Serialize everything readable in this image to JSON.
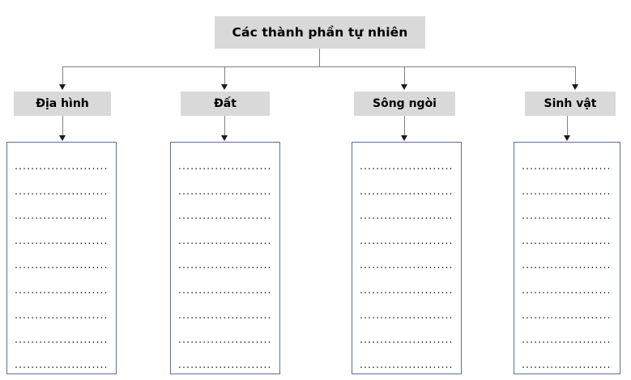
{
  "diagram": {
    "title": "Các thành phần tự nhiên",
    "categories": [
      {
        "label": "Địa hình"
      },
      {
        "label": "Đất"
      },
      {
        "label": "Sông ngòi"
      },
      {
        "label": "Sinh vật"
      }
    ],
    "blank_line": "..........................",
    "blank_lines_per_box": 9,
    "colors": {
      "box_fill": "#d9d9d9",
      "content_border": "#5b6e9c",
      "connector": "#808080",
      "text": "#000000",
      "background": "#ffffff"
    }
  }
}
